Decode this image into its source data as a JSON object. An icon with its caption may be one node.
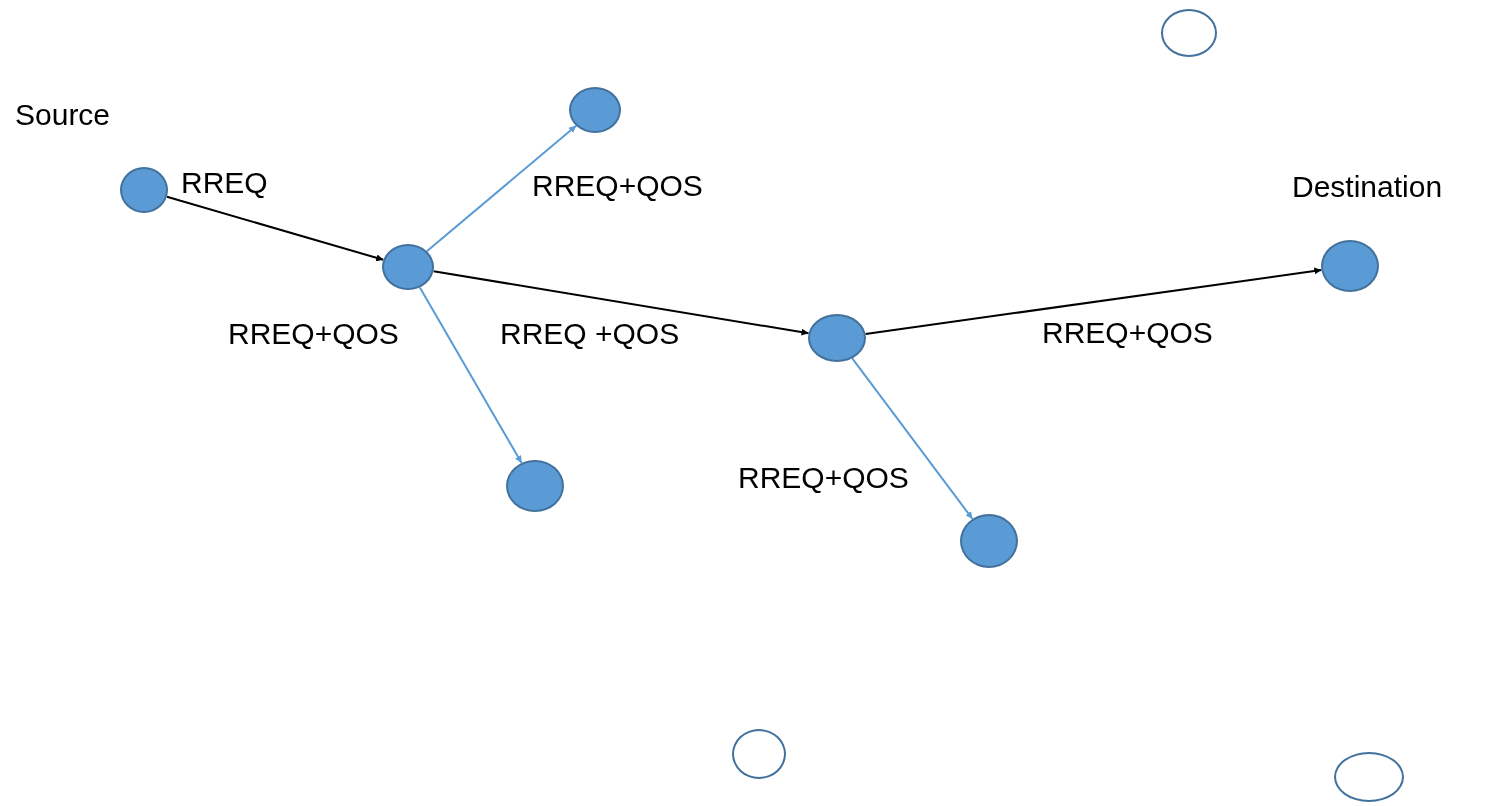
{
  "diagram": {
    "nodes": [
      {
        "text": [],
        "shape": "circle"
      },
      {
        "text": [],
        "shape": "circle"
      },
      {
        "text": [],
        "shape": "circle",
        "beside": [
          "Source"
        ]
      },
      {
        "text": [],
        "shape": "circle",
        "beside": [
          "Destination"
        ]
      },
      {
        "text": [],
        "shape": "circle"
      },
      {
        "text": [],
        "shape": "circle"
      },
      {
        "text": [],
        "shape": "circle"
      },
      {
        "text": [],
        "shape": "circle"
      },
      {
        "text": [],
        "shape": "circle"
      },
      {
        "text": [],
        "shape": "circle"
      }
    ],
    "edges": [
      {
        "from": 2,
        "to": 4,
        "arrow": "to",
        "label": "RREQ"
      },
      {
        "from": 4,
        "to": 1,
        "arrow": "to",
        "label": "RREQ+QOS",
        "color": "#5b9bd5"
      },
      {
        "from": 4,
        "to": 6,
        "arrow": "to",
        "label": "RREQ+QOS",
        "color": "#5b9bd5"
      },
      {
        "from": 4,
        "to": 5,
        "arrow": "to",
        "label": "RREQ +QOS"
      },
      {
        "from": 5,
        "to": 3,
        "arrow": "to",
        "label": "RREQ+QOS"
      },
      {
        "from": 5,
        "to": 7,
        "arrow": "to",
        "label": "RREQ+QOS",
        "color": "#5b9bd5"
      }
    ]
  }
}
